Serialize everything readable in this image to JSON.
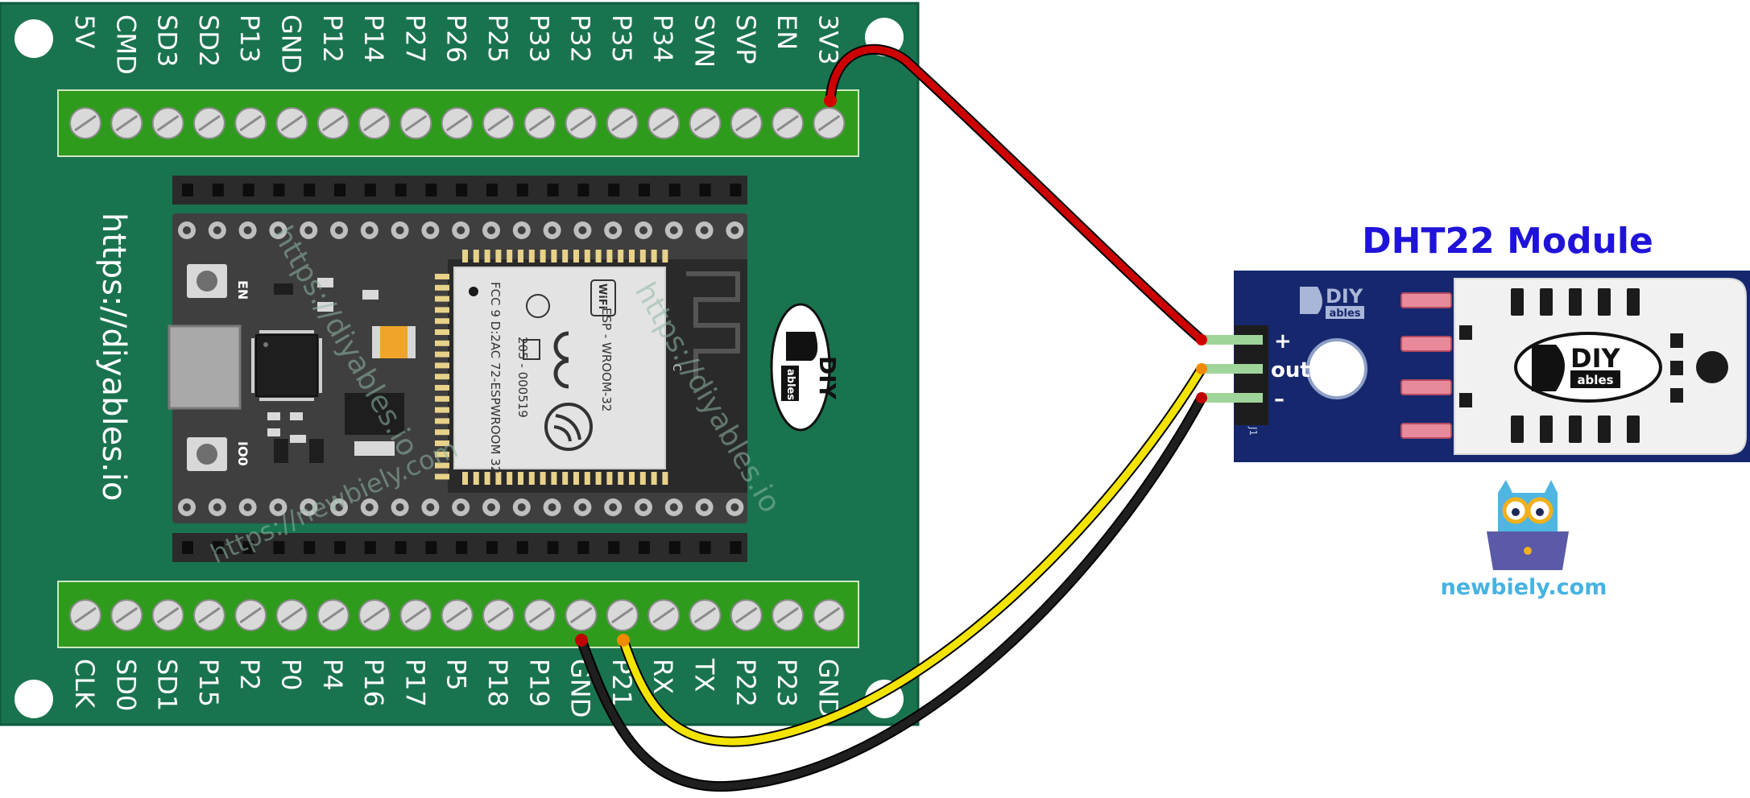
{
  "board": {
    "top_pins": [
      "5V",
      "CMD",
      "SD3",
      "SD2",
      "P13",
      "GND",
      "P12",
      "P14",
      "P27",
      "P26",
      "P25",
      "P33",
      "P32",
      "P35",
      "P34",
      "SVN",
      "SVP",
      "EN",
      "3V3"
    ],
    "bottom_pins": [
      "CLK",
      "SD0",
      "SD1",
      "P15",
      "P2",
      "P0",
      "P4",
      "P16",
      "P17",
      "P5",
      "P18",
      "P19",
      "GND",
      "P21",
      "RX",
      "TX",
      "P22",
      "P23",
      "GND"
    ],
    "url_text": "https://diyables.io",
    "button_en_label": "EN",
    "button_io0_label": "IO0",
    "logo": {
      "top": "DIY",
      "bottom": "ables"
    }
  },
  "module_chip": {
    "wifi_badge": "WiFi",
    "model_line": "ESP - WROOM-32",
    "fcc_line": "FCC 9 D:2AC 72-ESPWROOM 32",
    "code_line": "205 - 000519",
    "antenna_mark": "C"
  },
  "watermarks": [
    "https://diyables.io",
    "https://diyables.io",
    "https://newbiely.com"
  ],
  "sensor": {
    "title": "DHT22 Module",
    "pin_plus": "+",
    "pin_out": "out",
    "pin_minus": "–",
    "board_code": "J1",
    "logo": {
      "top": "DIY",
      "bottom": "ables"
    }
  },
  "branding": {
    "site": "newbiely.com"
  },
  "colors": {
    "board_green": "#19734f",
    "terminal_green": "#2f9b1c",
    "sensor_blue": "#16276e",
    "wire_vcc": "#cc0000",
    "wire_data": "#f2e400",
    "wire_gnd": "#1f1f1f",
    "title_blue": "#1f13d9",
    "newbiely_blue": "#45b3e3"
  }
}
